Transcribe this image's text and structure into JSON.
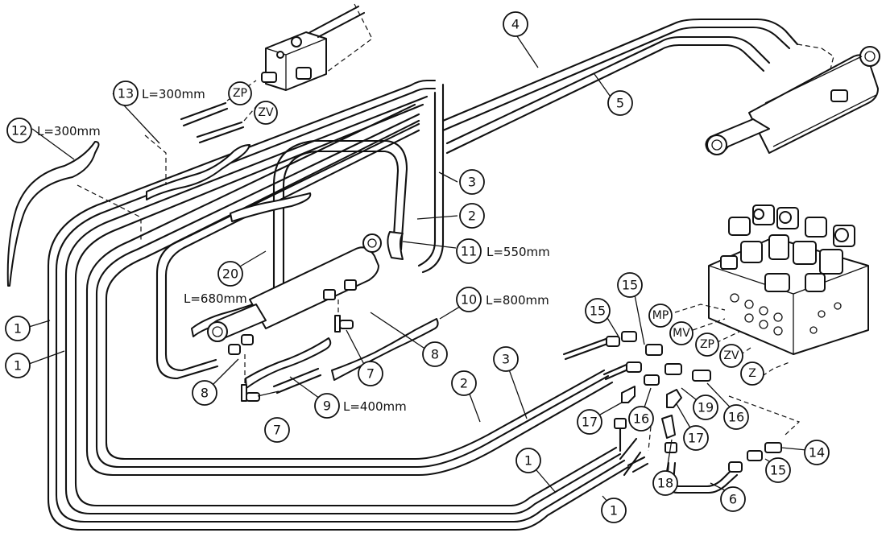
{
  "callouts": {
    "c1a": "1",
    "c1b": "1",
    "c1c": "1",
    "c1d": "1",
    "c2a": "2",
    "c2b": "2",
    "c3a": "3",
    "c3b": "3",
    "c4": "4",
    "c5": "5",
    "c6": "6",
    "c7a": "7",
    "c7b": "7",
    "c8a": "8",
    "c8b": "8",
    "c9": "9",
    "c10": "10",
    "c11": "11",
    "c12": "12",
    "c13": "13",
    "c14": "14",
    "c15a": "15",
    "c15b": "15",
    "c15c": "15",
    "c16a": "16",
    "c16b": "16",
    "c17a": "17",
    "c17b": "17",
    "c18": "18",
    "c19": "19",
    "c20": "20"
  },
  "lengths": {
    "l9": "L=400mm",
    "l10": "L=800mm",
    "l11": "L=550mm",
    "l12": "L=300mm",
    "l13": "L=300mm",
    "l20": "L=680mm"
  },
  "ports": {
    "zp_top": "ZP",
    "zv_top": "ZV",
    "mp": "MP",
    "mv": "MV",
    "zp_right": "ZP",
    "zv_right": "ZV",
    "z": "Z"
  }
}
